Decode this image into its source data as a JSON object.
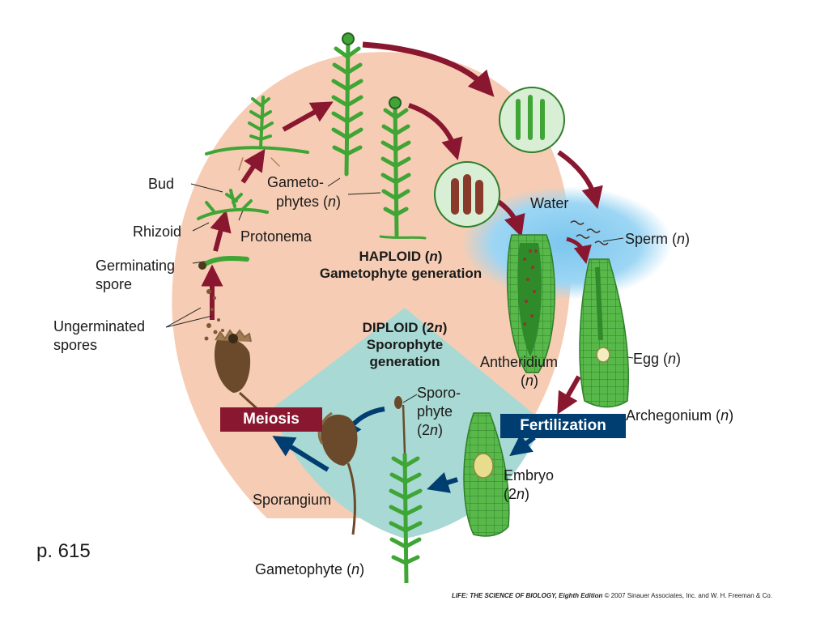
{
  "labels": {
    "bud": "Bud",
    "rhizoid": "Rhizoid",
    "protonema": "Protonema",
    "germinating_1": "Germinating",
    "germinating_2": "spore",
    "ungerminated_1": "Ungerminated",
    "ungerminated_2": "spores",
    "gameto_1": "Gameto-",
    "gameto_2a": "phytes (",
    "gameto_n": "n",
    "gameto_2b": ")",
    "water": "Water",
    "sperm_a": "Sperm (",
    "sperm_n": "n",
    "sperm_b": ")",
    "antheridium_1": "Antheridium",
    "antheridium_2a": "(",
    "antheridium_n": "n",
    "antheridium_2b": ")",
    "egg_a": "Egg (",
    "egg_n": "n",
    "egg_b": ")",
    "archegonium_a": "Archegonium (",
    "archegonium_n": "n",
    "archegonium_b": ")",
    "sporophyte_1": "Sporo-",
    "sporophyte_2": "phyte",
    "sporophyte_3a": "(2",
    "sporophyte_n": "n",
    "sporophyte_3b": ")",
    "embryo_1": "Embryo",
    "embryo_2a": "(2",
    "embryo_n": "n",
    "embryo_2b": ")",
    "sporangium": "Sporangium",
    "gametophyte_a": "Gametophyte (",
    "gametophyte_n": "n",
    "gametophyte_b": ")"
  },
  "generations": {
    "haploid_1a": "HAPLOID (",
    "haploid_n": "n",
    "haploid_1b": ")",
    "haploid_2": "Gametophyte generation",
    "diploid_1a": "DIPLOID (2",
    "diploid_n": "n",
    "diploid_1b": ")",
    "diploid_2": "Sporophyte",
    "diploid_3": "generation"
  },
  "badges": {
    "meiosis": "Meiosis",
    "fertilization": "Fertilization"
  },
  "page_number": "p. 615",
  "credit": {
    "book": "LIFE: THE SCIENCE OF BIOLOGY, Eighth Edition",
    "rest": " © 2007 Sinauer Associates, Inc. and W. H. Freeman & Co."
  },
  "colors": {
    "haploid_bg": "#f6cdb4",
    "diploid_bg": "#a9d9d4",
    "water": "#8fd0f2",
    "arrow_haploid": "#8a1730",
    "arrow_diploid": "#003d70",
    "plant_green": "#3fa535",
    "capsule_brown": "#6b4a2b"
  }
}
